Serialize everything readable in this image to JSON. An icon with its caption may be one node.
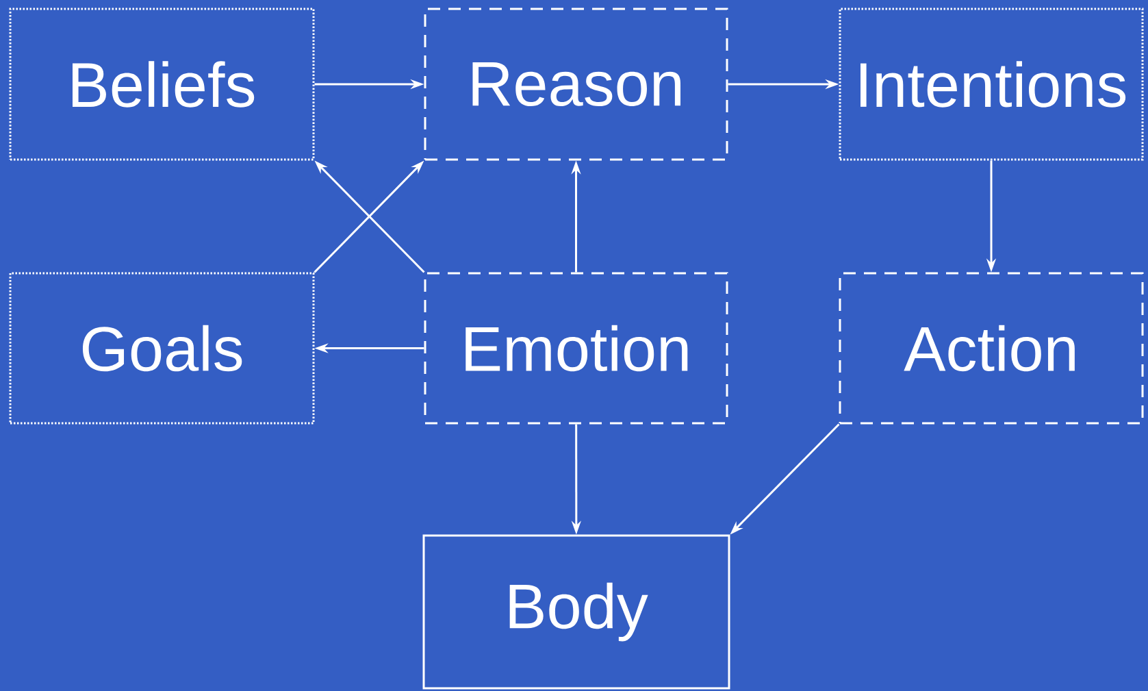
{
  "diagram": {
    "nodes": [
      {
        "text": [
          "Beliefs"
        ]
      },
      {
        "text": [
          "Reason"
        ]
      },
      {
        "text": [
          "Intentions"
        ]
      },
      {
        "text": [
          "Goals"
        ]
      },
      {
        "text": [
          "Emotion"
        ]
      },
      {
        "text": [
          "Action"
        ]
      },
      {
        "text": [
          "Body"
        ]
      }
    ],
    "edges": [
      {
        "from": 0,
        "to": 1,
        "arrow": "to"
      },
      {
        "from": 1,
        "to": 2,
        "arrow": "to"
      },
      {
        "from": 3,
        "to": 1,
        "arrow": "to"
      },
      {
        "from": 4,
        "to": 0,
        "arrow": "to"
      },
      {
        "from": 4,
        "to": 1,
        "arrow": "to"
      },
      {
        "from": 2,
        "to": 5,
        "arrow": "to"
      },
      {
        "from": 4,
        "to": 3,
        "arrow": "to"
      },
      {
        "from": 4,
        "to": 6,
        "arrow": "to"
      },
      {
        "from": 5,
        "to": 6,
        "arrow": "to"
      }
    ]
  }
}
